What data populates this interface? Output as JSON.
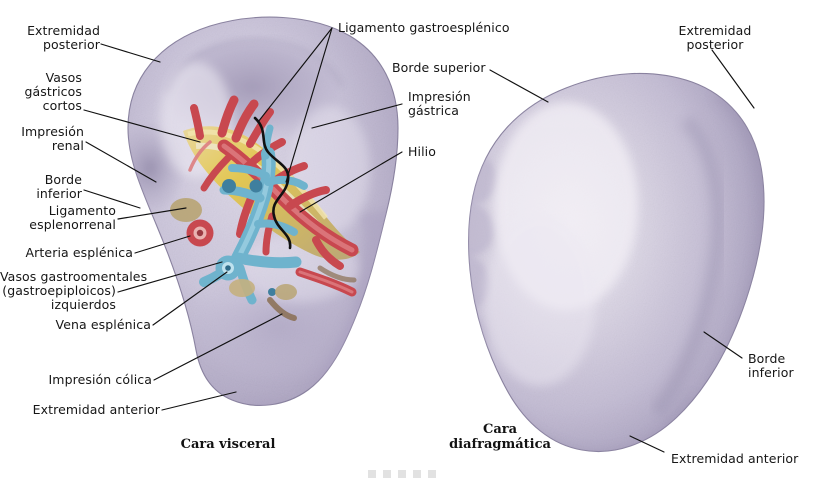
{
  "figure": {
    "title_left": "Cara visceral",
    "title_right": "Cara\ndiafragmática",
    "subject": "spleen-anatomy-illustration"
  },
  "labels": {
    "left": [
      {
        "id": "extremidad-posterior-izq",
        "text": "Extremidad\nposterior"
      },
      {
        "id": "vasos-gastricos-cortos",
        "text": "Vasos\ngástricos\ncortos"
      },
      {
        "id": "impresion-renal",
        "text": "Impresión\nrenal"
      },
      {
        "id": "borde-inferior-izq",
        "text": "Borde\ninferior"
      },
      {
        "id": "ligamento-esplenorrenal",
        "text": "Ligamento\nesplenorrenal"
      },
      {
        "id": "arteria-esplenica",
        "text": "Arteria esplénica"
      },
      {
        "id": "vasos-gastroomentales",
        "text": "Vasos gastroomentales\n(gastroepiploicos)\nizquierdos"
      },
      {
        "id": "vena-esplenica",
        "text": "Vena esplénica"
      },
      {
        "id": "impresion-colica",
        "text": "Impresión cólica"
      },
      {
        "id": "extremidad-anterior-izq",
        "text": "Extremidad anterior"
      }
    ],
    "center": [
      {
        "id": "ligamento-gastroesplenico",
        "text": "Ligamento gastroesplénico"
      },
      {
        "id": "borde-superior",
        "text": "Borde superior"
      },
      {
        "id": "impresion-gastrica",
        "text": "Impresión\ngástrica"
      },
      {
        "id": "hilio",
        "text": "Hilio"
      }
    ],
    "right": [
      {
        "id": "extremidad-posterior-der",
        "text": "Extremidad\nposterior"
      },
      {
        "id": "borde-inferior-der",
        "text": "Borde\ninferior"
      },
      {
        "id": "extremidad-anterior-der",
        "text": "Extremidad anterior"
      }
    ]
  },
  "colors": {
    "background": "#ffffff",
    "capsule_light": "#d7d2e2",
    "capsule_mid": "#bdb6cf",
    "capsule_shadow": "#9f98b6",
    "capsule_deep": "#7d7694",
    "artery_red": "#c8484f",
    "artery_red_light": "#dd7d80",
    "vein_blue": "#6fb3cd",
    "vein_blue_dark": "#3f7f9e",
    "fat_yellow": "#e3c64b",
    "fat_tan": "#b8a473",
    "leader_line": "#111111",
    "label_text": "#161616",
    "dot": "#e2e2e2"
  },
  "decor": {
    "dots_count": 5
  }
}
